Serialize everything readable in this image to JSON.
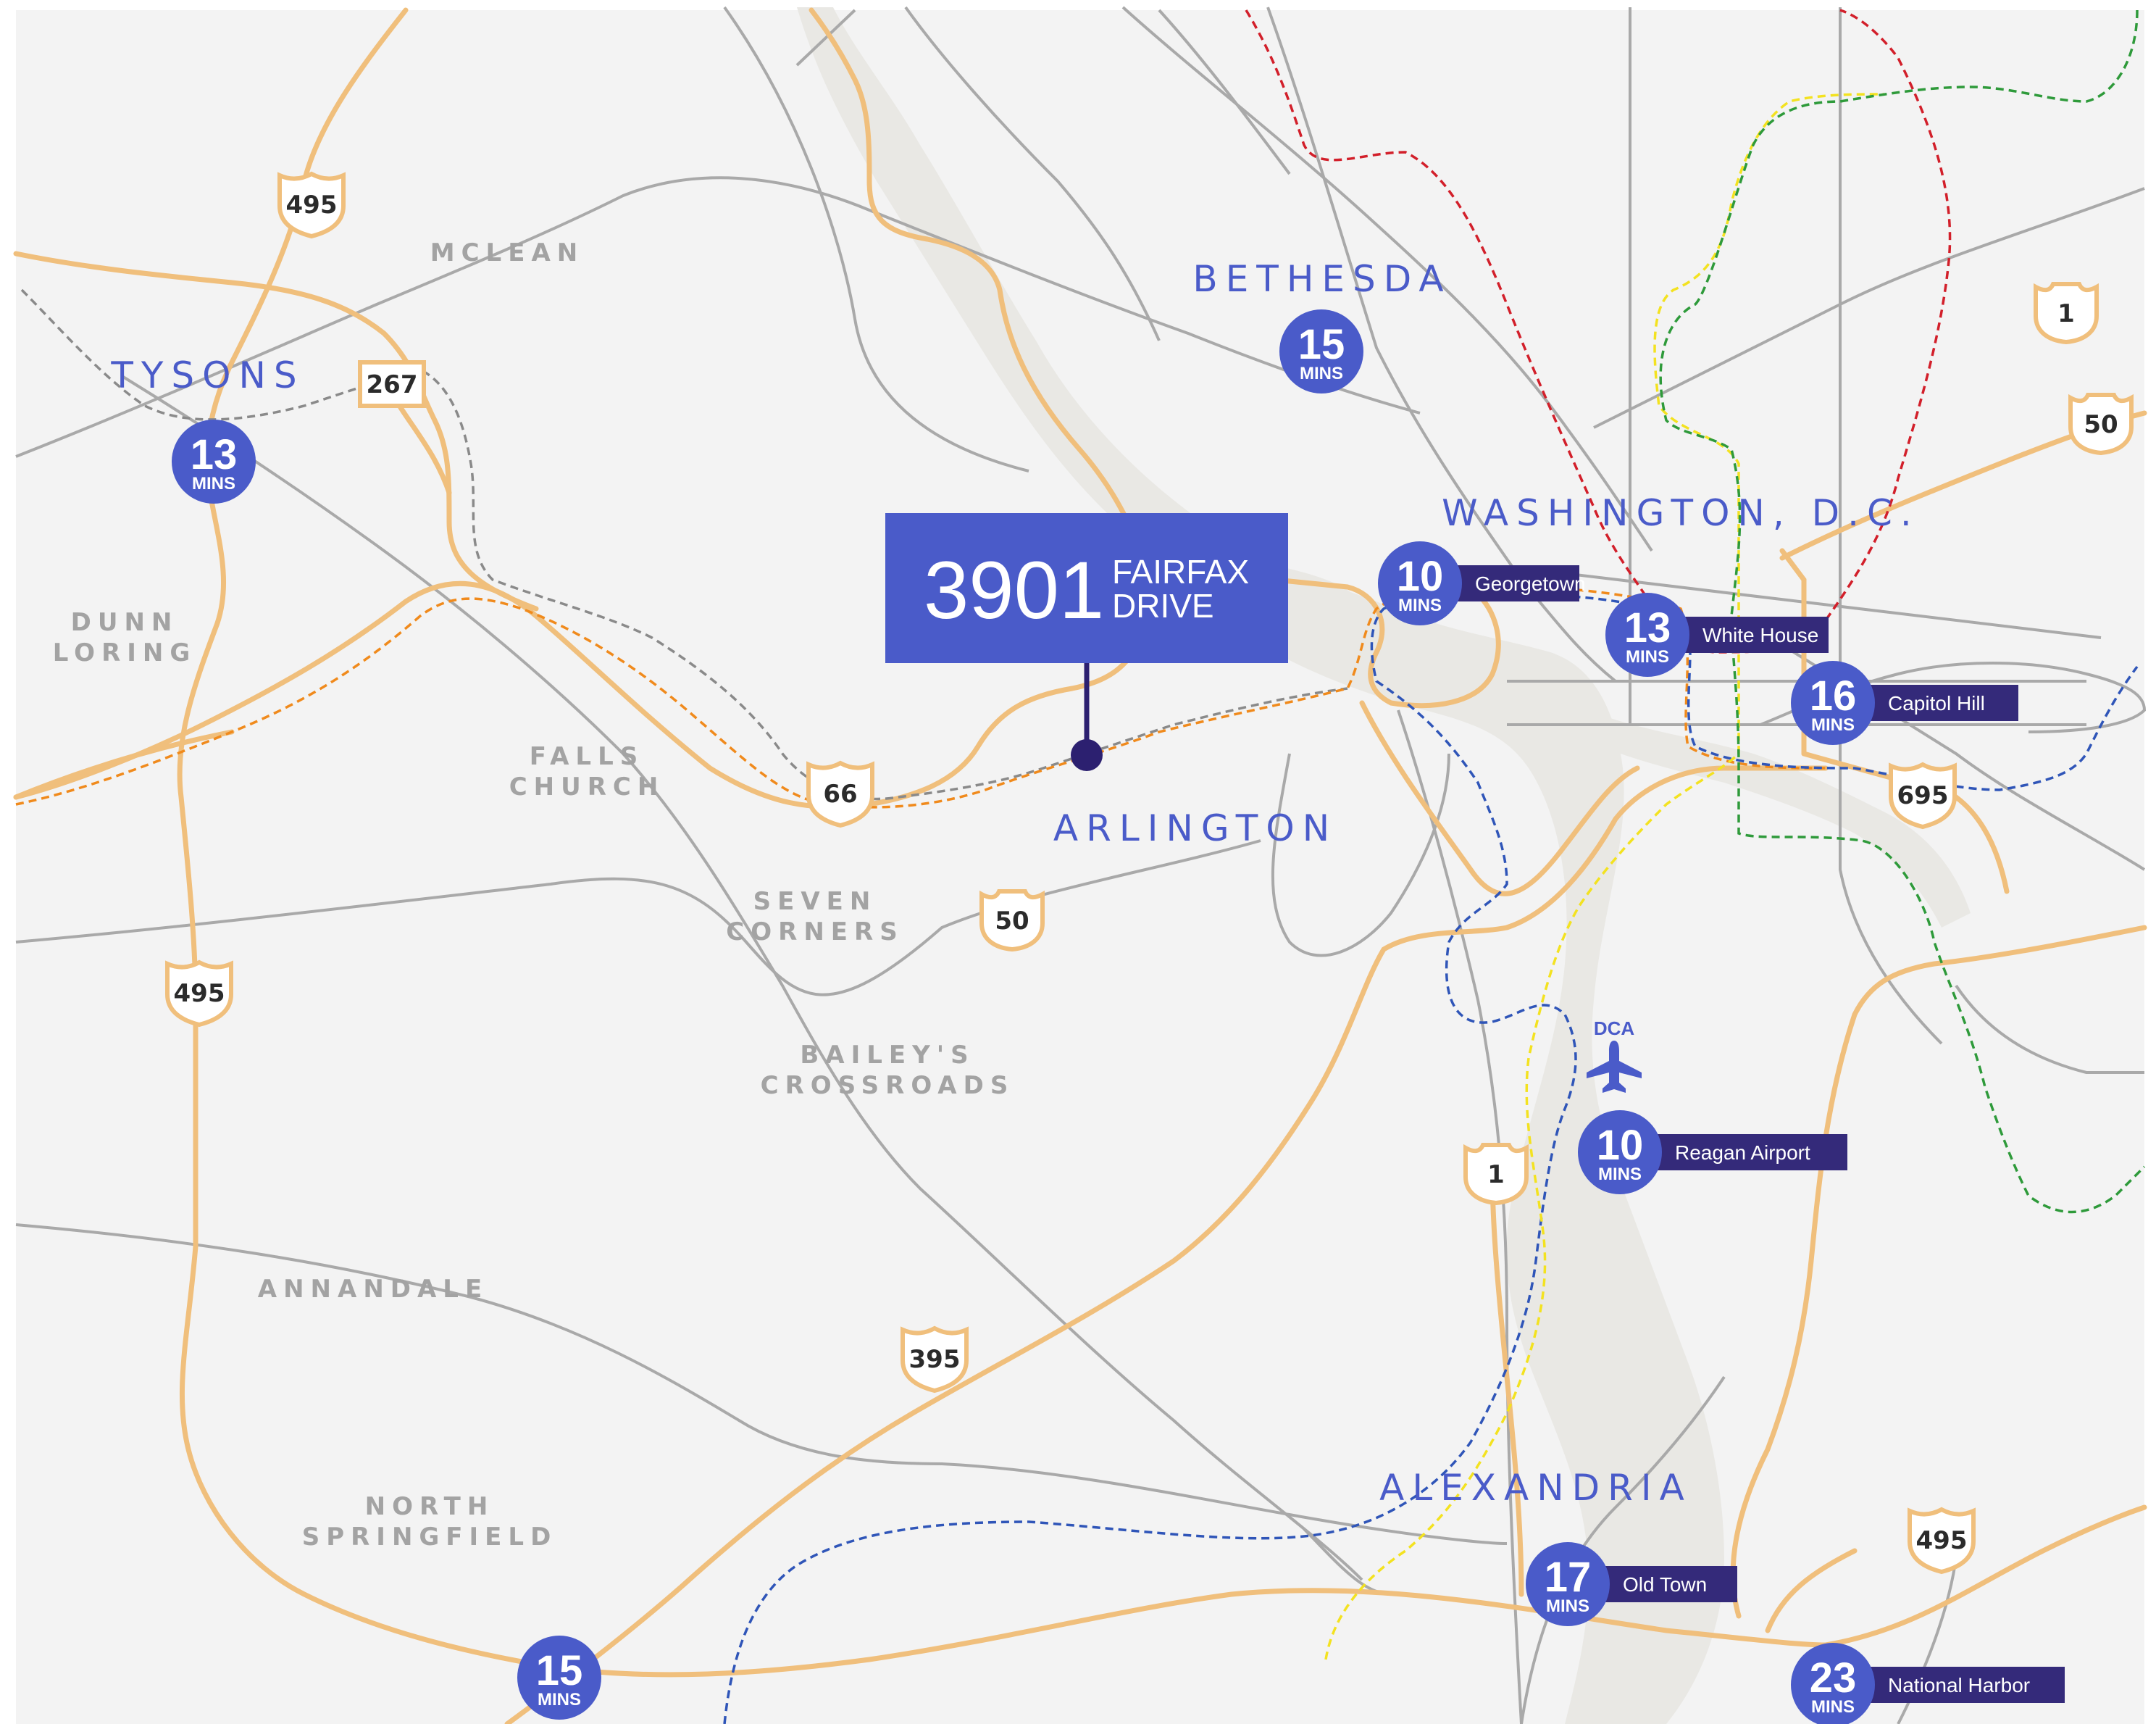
{
  "colors": {
    "background": "#f3f3f3",
    "river": "#e9e8e4",
    "highway": "#f0bf7c",
    "road": "#a9a9a9",
    "accent": "#4a5bc9",
    "tag": "#342a7a",
    "metro_orange": "#f08a1c",
    "metro_blue": "#2f55b8",
    "metro_red": "#d21f2a",
    "metro_yellow": "#f3e220",
    "metro_green": "#2e9a3a"
  },
  "property": {
    "number": "3901",
    "line1": "FAIRFAX",
    "line2": "DRIVE"
  },
  "area_labels": [
    {
      "text": "MCLEAN"
    },
    {
      "text": "DUNN"
    },
    {
      "text": "LORING"
    },
    {
      "text": "FALLS"
    },
    {
      "text": "CHURCH"
    },
    {
      "text": "SEVEN"
    },
    {
      "text": "CORNERS"
    },
    {
      "text": "BAILEY'S"
    },
    {
      "text": "CROSSROADS"
    },
    {
      "text": "ANNANDALE"
    },
    {
      "text": "NORTH"
    },
    {
      "text": "SPRINGFIELD"
    }
  ],
  "city_labels": [
    {
      "text": "TYSONS"
    },
    {
      "text": "BETHESDA"
    },
    {
      "text": "WASHINGTON, D.C."
    },
    {
      "text": "ARLINGTON"
    },
    {
      "text": "ALEXANDRIA"
    }
  ],
  "shields": [
    {
      "num": "495",
      "icon": "interstate-shield"
    },
    {
      "num": "267",
      "icon": "state-route-box"
    },
    {
      "num": "66",
      "icon": "interstate-shield"
    },
    {
      "num": "50",
      "icon": "us-route-shield"
    },
    {
      "num": "495",
      "icon": "interstate-shield"
    },
    {
      "num": "395",
      "icon": "interstate-shield"
    },
    {
      "num": "1",
      "icon": "us-route-shield"
    },
    {
      "num": "1",
      "icon": "us-route-shield"
    },
    {
      "num": "50",
      "icon": "us-route-shield"
    },
    {
      "num": "695",
      "icon": "interstate-shield"
    },
    {
      "num": "495",
      "icon": "interstate-shield"
    }
  ],
  "drive_times": [
    {
      "mins": "13",
      "unit": "MINS",
      "tag": ""
    },
    {
      "mins": "15",
      "unit": "MINS",
      "tag": ""
    },
    {
      "mins": "10",
      "unit": "MINS",
      "tag": "Georgetown"
    },
    {
      "mins": "13",
      "unit": "MINS",
      "tag": "White House"
    },
    {
      "mins": "16",
      "unit": "MINS",
      "tag": "Capitol Hill"
    },
    {
      "mins": "10",
      "unit": "MINS",
      "tag": "Reagan Airport"
    },
    {
      "mins": "17",
      "unit": "MINS",
      "tag": "Old Town"
    },
    {
      "mins": "15",
      "unit": "MINS",
      "tag": ""
    },
    {
      "mins": "23",
      "unit": "MINS",
      "tag": "National Harbor"
    }
  ],
  "airport": {
    "code": "DCA",
    "icon": "airplane-icon"
  }
}
